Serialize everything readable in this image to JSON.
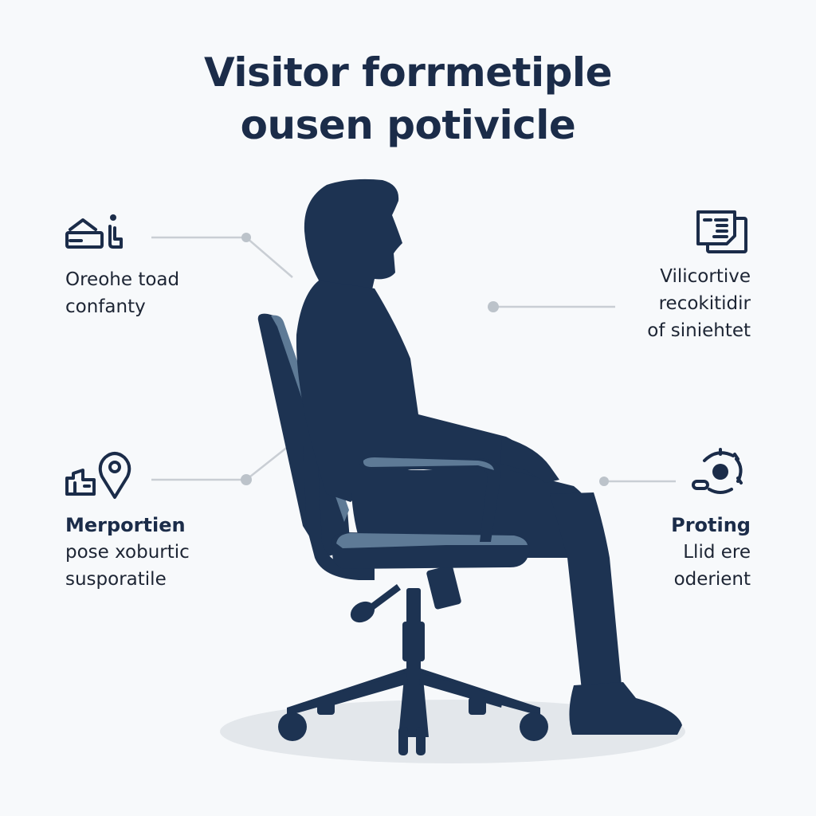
{
  "title": {
    "line1": "Visitor forrmetiple",
    "line2": "ousen potivicle"
  },
  "colors": {
    "background": "#f7f9fb",
    "silhouette": "#1d3352",
    "chair_accent": "#5e7a96",
    "connector": "#c7ccd2",
    "connector_dot": "#bcc3ca",
    "floor_shadow": "#e3e7eb",
    "text": "#1d2534"
  },
  "callouts": [
    {
      "position": "top-left",
      "icon": "house-person-icon",
      "heading": "",
      "lines": [
        "Oreohe toad",
        "confanty"
      ]
    },
    {
      "position": "top-right",
      "icon": "documents-icon",
      "heading": "",
      "lines": [
        "Vilicortive",
        "recokitidir",
        "of siniehtet"
      ]
    },
    {
      "position": "bottom-left",
      "icon": "building-location-pin-icon",
      "heading": "Merportien",
      "lines": [
        "pose xoburtic",
        "susporatile"
      ]
    },
    {
      "position": "bottom-right",
      "icon": "rotation-adjust-icon",
      "heading": "Proting",
      "lines": [
        "Llid ere",
        "oderient"
      ]
    }
  ],
  "illustration": {
    "subject": "seated-person-silhouette",
    "object": "office-swivel-chair"
  }
}
